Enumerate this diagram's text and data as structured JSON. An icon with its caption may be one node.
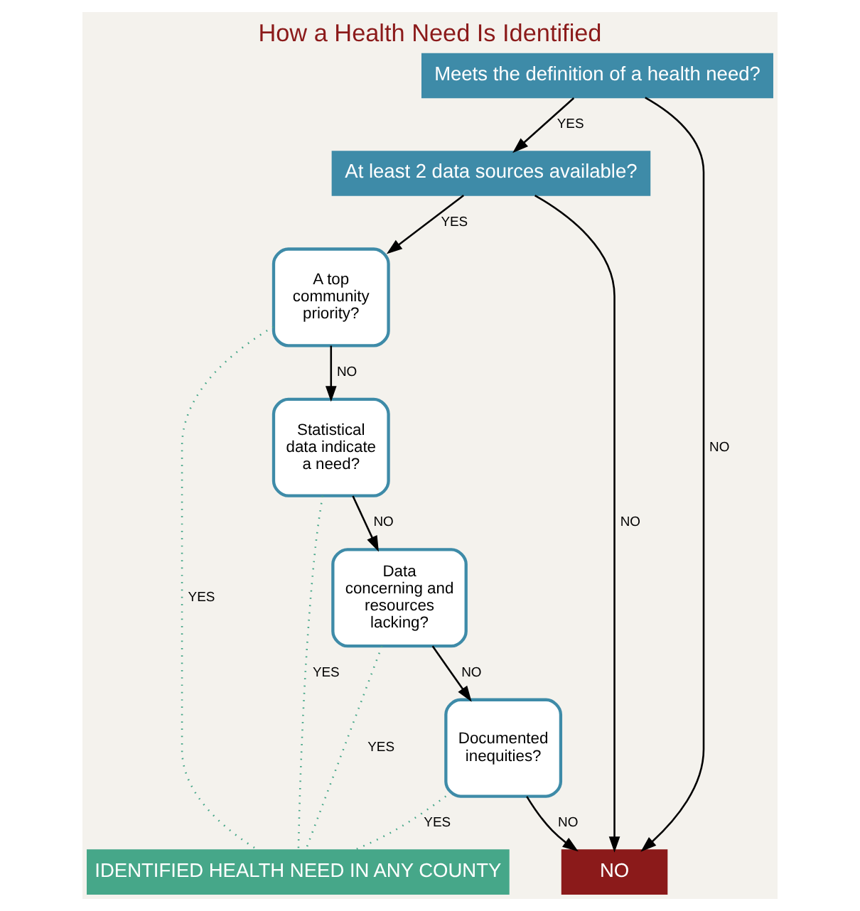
{
  "diagram": {
    "title": "How a Health Need Is Identified",
    "nodes": [
      {
        "text": [
          "Meets the definition of a health need?"
        ]
      },
      {
        "text": [
          "At least 2 data sources available?"
        ]
      },
      {
        "text": [
          "A top community priority?"
        ]
      },
      {
        "text": [
          "Statistical data indicate a need?"
        ]
      },
      {
        "text": [
          "Data concerning and resources lacking?"
        ]
      },
      {
        "text": [
          "Documented inequities?"
        ]
      },
      {
        "text": [
          "IDENTIFIED HEALTH NEED IN ANY COUNTY"
        ]
      },
      {
        "text": [
          "NO"
        ]
      }
    ],
    "edges": [
      {
        "from": 0,
        "to": 1,
        "label": "YES",
        "arrow": "to"
      },
      {
        "from": 0,
        "to": 7,
        "label": "NO",
        "arrow": "to"
      },
      {
        "from": 1,
        "to": 2,
        "label": "YES",
        "arrow": "to"
      },
      {
        "from": 1,
        "to": 7,
        "label": "NO",
        "arrow": "to"
      },
      {
        "from": 2,
        "to": 3,
        "label": "NO",
        "arrow": "to"
      },
      {
        "from": 2,
        "to": 6,
        "label": "YES",
        "arrow": "none",
        "style": "dashed",
        "color": "#46a789"
      },
      {
        "from": 3,
        "to": 4,
        "label": "NO",
        "arrow": "to"
      },
      {
        "from": 3,
        "to": 6,
        "label": "YES",
        "arrow": "none",
        "style": "dashed",
        "color": "#46a789"
      },
      {
        "from": 4,
        "to": 5,
        "label": "NO",
        "arrow": "to"
      },
      {
        "from": 4,
        "to": 6,
        "label": "YES",
        "arrow": "none",
        "style": "dashed",
        "color": "#46a789"
      },
      {
        "from": 5,
        "to": 7,
        "label": "NO",
        "arrow": "to"
      },
      {
        "from": 5,
        "to": 6,
        "label": "YES",
        "arrow": "none",
        "style": "dashed",
        "color": "#46a789"
      }
    ]
  }
}
